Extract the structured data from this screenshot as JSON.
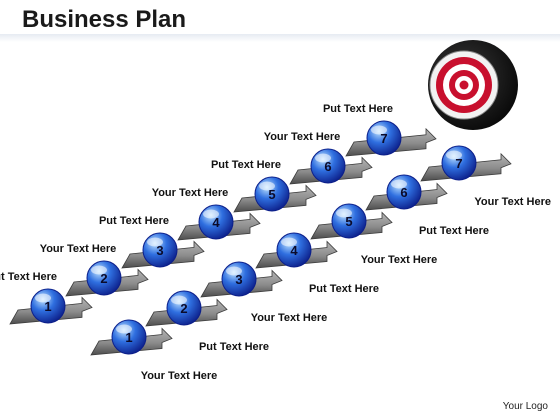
{
  "title": "Business Plan",
  "footer": "Your Logo",
  "rows": [
    {
      "steps": [
        {
          "number": "1",
          "label": "Put Text Here"
        },
        {
          "number": "2",
          "label": "Your Text Here"
        },
        {
          "number": "3",
          "label": "Put Text Here"
        },
        {
          "number": "4",
          "label": "Your Text Here"
        },
        {
          "number": "5",
          "label": "Put Text Here"
        },
        {
          "number": "6",
          "label": "Your Text Here"
        },
        {
          "number": "7",
          "label": "Put Text Here"
        }
      ]
    },
    {
      "steps": [
        {
          "number": "1",
          "label": "Your Text Here"
        },
        {
          "number": "2",
          "label": "Put Text Here"
        },
        {
          "number": "3",
          "label": "Your Text Here"
        },
        {
          "number": "4",
          "label": "Put Text Here"
        },
        {
          "number": "5",
          "label": "Your Text Here"
        },
        {
          "number": "6",
          "label": "Put Text Here"
        },
        {
          "number": "7",
          "label": "Your Text Here"
        }
      ]
    }
  ],
  "colors": {
    "arrow_fill": "#8a8a8a",
    "arrow_edge": "#4d4d4d",
    "ball_light": "#bfe3ff",
    "ball_mid": "#2f6fe0",
    "ball_dark": "#0c1f8a",
    "target_red": "#c8102e",
    "target_black": "#111111"
  },
  "icons": {
    "target": "bullseye-target-icon"
  }
}
